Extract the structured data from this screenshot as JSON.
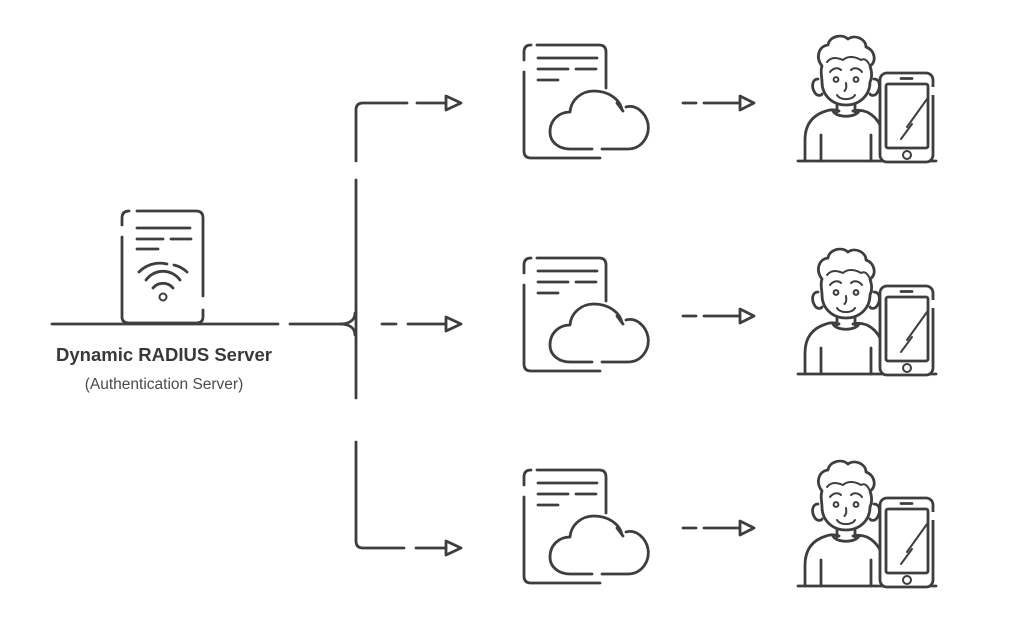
{
  "colors": {
    "background": "#ffffff",
    "line": "#3e3e40",
    "title_text": "#39393b",
    "subtitle_text": "#4b4b4d"
  },
  "server": {
    "title": "Dynamic RADIUS Server",
    "subtitle": "(Authentication Server)"
  },
  "diagram": {
    "row_count": 3,
    "icons": {
      "left": "radius-server-icon",
      "middle": "cloud-document-icon",
      "right": "user-with-smartphone-icon",
      "connectors": "dashed-open-arrow"
    }
  }
}
